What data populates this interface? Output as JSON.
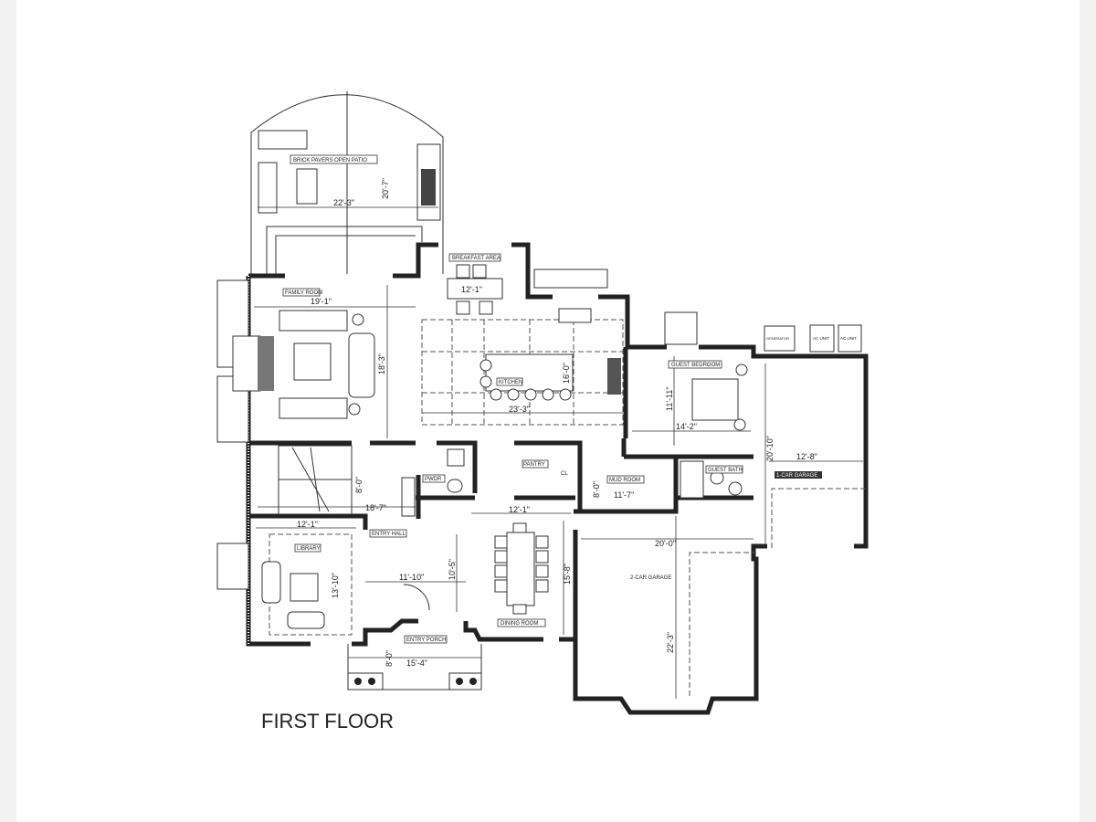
{
  "title": "FIRST FLOOR",
  "rooms": {
    "patio": "BRICK PAVERS OPEN PATIO",
    "breakfast": "BREAKFAST AREA",
    "family": "FAMILY ROOM",
    "kitchen": "KITCHEN",
    "guest_bedroom": "GUEST BEDROOM",
    "guest_bath": "GUEST BATH",
    "mud_room": "MUD ROOM",
    "pantry": "PANTRY",
    "closet": "CL",
    "powder": "PWDR",
    "entry_hall": "ENTRY HALL",
    "library": "LIBRARY",
    "dining": "DINING ROOM",
    "entry_porch": "ENTRY PORCH",
    "garage_1": "1-CAR GARAGE",
    "garage_2": "2-CAR GARAGE",
    "generator": "GENERATOR",
    "ac1": "AC UNIT",
    "ac2": "AC UNIT"
  },
  "dims": {
    "patio_w": "22'-3\"",
    "patio_d": "20'-7\"",
    "breakfast_w": "12'-1\"",
    "family_w": "19'-1\"",
    "family_d": "18'-3\"",
    "kitchen_w": "23'-3\"",
    "kitchen_d": "16'-0\"",
    "guest_d": "11'-11\"",
    "guest_w": "14'-2\"",
    "garage1_d": "20'-10\"",
    "garage1_w": "12'-8\"",
    "stair_d": "8'-0\"",
    "hall_w": "18'-7\"",
    "library_w": "12'-1\"",
    "library_d": "13'-10\"",
    "entry_w": "11'-10\"",
    "entry_d": "10'-5\"",
    "dining_w": "12'-1\"",
    "dining_d": "15'-8\"",
    "mud_d": "8'-0\"",
    "mud_w": "11'-7\"",
    "garage2_w": "20'-0\"",
    "garage2_d": "22'-3\"",
    "porch_d": "8'-0\"",
    "porch_w": "15'-4\""
  }
}
